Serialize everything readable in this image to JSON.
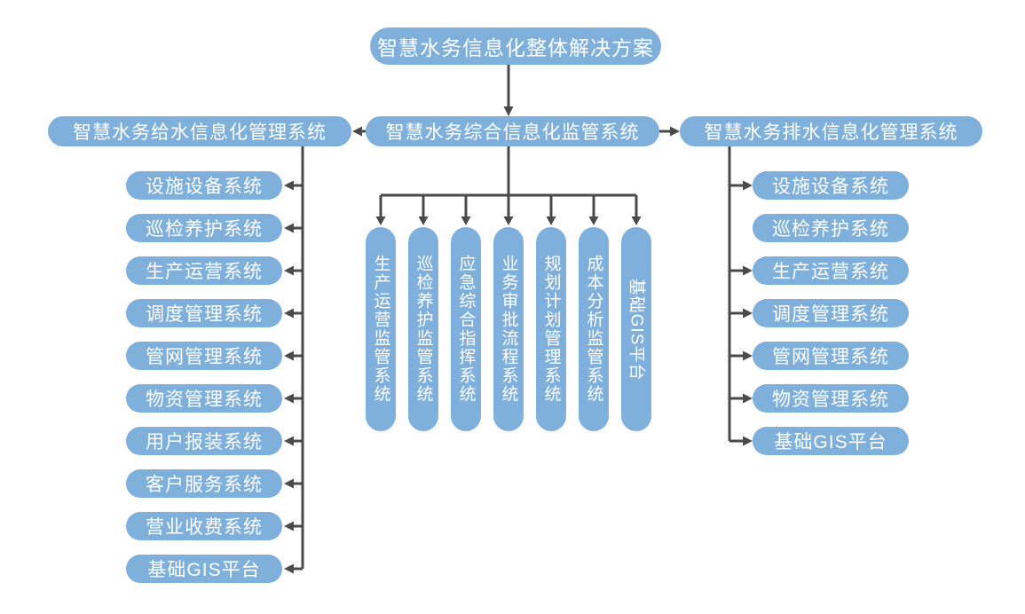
{
  "colors": {
    "node_fill": "#7fafdb",
    "node_text": "#ffffff",
    "connector": "#4a4a4a",
    "background": "#ffffff"
  },
  "root": {
    "label": "智慧水务信息化整体解决方案"
  },
  "branches": {
    "left": {
      "label": "智慧水务给水信息化管理系统",
      "items": [
        "设施设备系统",
        "巡检养护系统",
        "生产运营系统",
        "调度管理系统",
        "管网管理系统",
        "物资管理系统",
        "用户报装系统",
        "客户服务系统",
        "营业收费系统",
        "基础GIS平台"
      ]
    },
    "center": {
      "label": "智慧水务综合信息化监管系统",
      "pills": [
        "生产运营监管系统",
        "巡检养护监管系统",
        "应急综合指挥系统",
        "业务审批流程系统",
        "规划计划管理系统",
        "成本分析监管系统",
        "基础GIS平台"
      ]
    },
    "right": {
      "label": "智慧水务排水信息化管理系统",
      "items": [
        "设施设备系统",
        "巡检养护系统",
        "生产运营系统",
        "调度管理系统",
        "管网管理系统",
        "物资管理系统",
        "基础GIS平台"
      ]
    }
  }
}
